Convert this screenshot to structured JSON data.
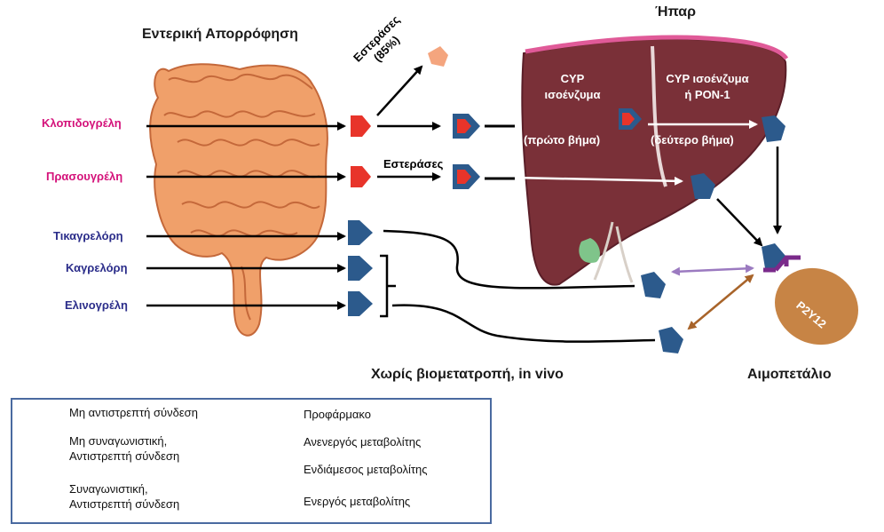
{
  "headers": {
    "intestinal": "Εντερική Απορρόφηση",
    "liver": "Ήπαρ",
    "no_biotransformation": "Χωρίς βιομετατροπή, in vivo",
    "platelet": "Αιμοπετάλιο"
  },
  "drugs": {
    "clopidogrel": "Κλοπιδογρέλη",
    "prasugrel": "Πρασουγρέλη",
    "ticagrelor": "Τικαγρελόρη",
    "cangrelor": "Καγρελόρη",
    "elinogrel": "Ελινογρέλη"
  },
  "arrow_labels": {
    "esterases_85_line1": "Εστεράσες",
    "esterases_85_line2": "(85%)",
    "esterases": "Εστεράσες"
  },
  "liver_labels": {
    "cyp_line1": "CYP",
    "cyp_line2": "ισοένζυμα",
    "first_step": "(πρώτο βήμα)",
    "cyp_pon_line1": "CYP ισοένζυμα",
    "cyp_pon_line2": "ή PON-1",
    "second_step": "(δεύτερο βήμα)"
  },
  "receptor": "P2Y12",
  "legend": {
    "irreversible": "Μη αντιστρεπτή σύνδεση",
    "noncompetitive_line1": "Μη συναγωνιστική,",
    "noncompetitive_line2": "Αντιστρεπτή σύνδεση",
    "competitive_line1": "Συναγωνιστική,",
    "competitive_line2": "Αντιστρεπτή σύνδεση",
    "prodrug": "Προφάρμακο",
    "inactive": "Ανενεργός μεταβολίτης",
    "intermediate": "Ενδιάμεσος μεταβολίτης",
    "active": "Ενεργός μεταβολίτης"
  },
  "colors": {
    "prodrug_red": "#e8342a",
    "inactive_peach": "#f4a57e",
    "active_blue": "#2c5a8c",
    "liver_brown": "#7a3038",
    "noncompetitive_purple": "#9b7ac0",
    "competitive_brown": "#a8642a",
    "receptor_purple": "#7a2a8a",
    "platelet_tan": "#c78445"
  }
}
